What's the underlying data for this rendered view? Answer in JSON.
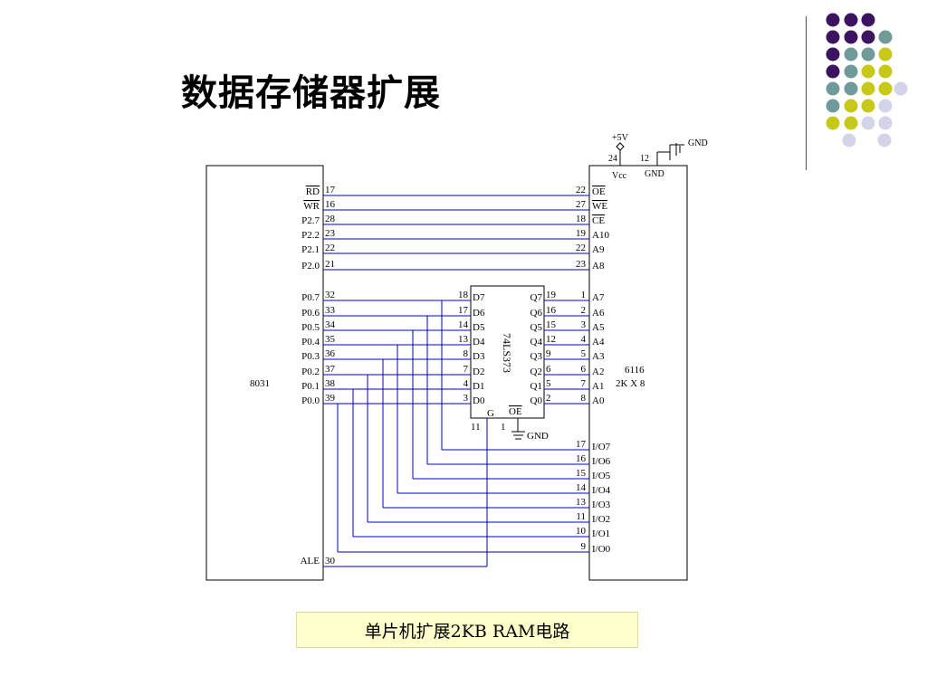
{
  "title": "数据存储器扩展",
  "caption": "单片机扩展2KB RAM电路",
  "colors": {
    "wire": "#0000cc",
    "dot_purple": "#3b1361",
    "dot_teal": "#6f9a9a",
    "dot_yellow": "#c8c81a",
    "dot_lavender": "#d4d4e8",
    "caption_bg": "#ffffcc"
  },
  "diagram": {
    "cpu": {
      "name": "8031",
      "pins": [
        {
          "label": "RD",
          "num": "17",
          "overline": true
        },
        {
          "label": "WR",
          "num": "16",
          "overline": true
        },
        {
          "label": "P2.7",
          "num": "28"
        },
        {
          "label": "P2.2",
          "num": "23"
        },
        {
          "label": "P2.1",
          "num": "22"
        },
        {
          "label": "P2.0",
          "num": "21"
        },
        {
          "label": "P0.7",
          "num": "32"
        },
        {
          "label": "P0.6",
          "num": "33"
        },
        {
          "label": "P0.5",
          "num": "34"
        },
        {
          "label": "P0.4",
          "num": "35"
        },
        {
          "label": "P0.3",
          "num": "36"
        },
        {
          "label": "P0.2",
          "num": "37"
        },
        {
          "label": "P0.1",
          "num": "38"
        },
        {
          "label": "P0.0",
          "num": "39"
        },
        {
          "label": "ALE",
          "num": "30"
        }
      ]
    },
    "latch": {
      "name": "74LS373",
      "d_pins": [
        {
          "label": "D7",
          "num": "18"
        },
        {
          "label": "D6",
          "num": "17"
        },
        {
          "label": "D5",
          "num": "14"
        },
        {
          "label": "D4",
          "num": "13"
        },
        {
          "label": "D3",
          "num": "8"
        },
        {
          "label": "D2",
          "num": "7"
        },
        {
          "label": "D1",
          "num": "4"
        },
        {
          "label": "D0",
          "num": "3"
        }
      ],
      "q_pins": [
        {
          "label": "Q7",
          "num": "19"
        },
        {
          "label": "Q6",
          "num": "16"
        },
        {
          "label": "Q5",
          "num": "15"
        },
        {
          "label": "Q4",
          "num": "12"
        },
        {
          "label": "Q3",
          "num": "9"
        },
        {
          "label": "Q2",
          "num": "6"
        },
        {
          "label": "Q1",
          "num": "5"
        },
        {
          "label": "Q0",
          "num": "2"
        }
      ],
      "g_label": "G",
      "g_num": "11",
      "oe_label": "OE",
      "oe_num": "1",
      "gnd": "GND"
    },
    "ram": {
      "name_line1": "6116",
      "name_line2": "2K X 8",
      "vcc_supply": "+5V",
      "vcc_num": "24",
      "vcc_label": "Vcc",
      "gnd_num": "12",
      "gnd_label": "GND",
      "gnd_symbol": "GND",
      "ctrl_pins": [
        {
          "label": "OE",
          "num": "22",
          "overline": true
        },
        {
          "label": "WE",
          "num": "27",
          "overline": true
        },
        {
          "label": "CE",
          "num": "18",
          "overline": true
        },
        {
          "label": "A10",
          "num": "19"
        },
        {
          "label": "A9",
          "num": "22"
        },
        {
          "label": "A8",
          "num": "23"
        }
      ],
      "addr_pins": [
        {
          "label": "A7",
          "num": "1"
        },
        {
          "label": "A6",
          "num": "2"
        },
        {
          "label": "A5",
          "num": "3"
        },
        {
          "label": "A4",
          "num": "4"
        },
        {
          "label": "A3",
          "num": "5"
        },
        {
          "label": "A2",
          "num": "6"
        },
        {
          "label": "A1",
          "num": "7"
        },
        {
          "label": "A0",
          "num": "8"
        }
      ],
      "io_pins": [
        {
          "label": "I/O7",
          "num": "17"
        },
        {
          "label": "I/O6",
          "num": "16"
        },
        {
          "label": "I/O5",
          "num": "15"
        },
        {
          "label": "I/O4",
          "num": "14"
        },
        {
          "label": "I/O3",
          "num": "13"
        },
        {
          "label": "I/O2",
          "num": "11"
        },
        {
          "label": "I/O1",
          "num": "10"
        },
        {
          "label": "I/O0",
          "num": "9"
        }
      ]
    }
  }
}
